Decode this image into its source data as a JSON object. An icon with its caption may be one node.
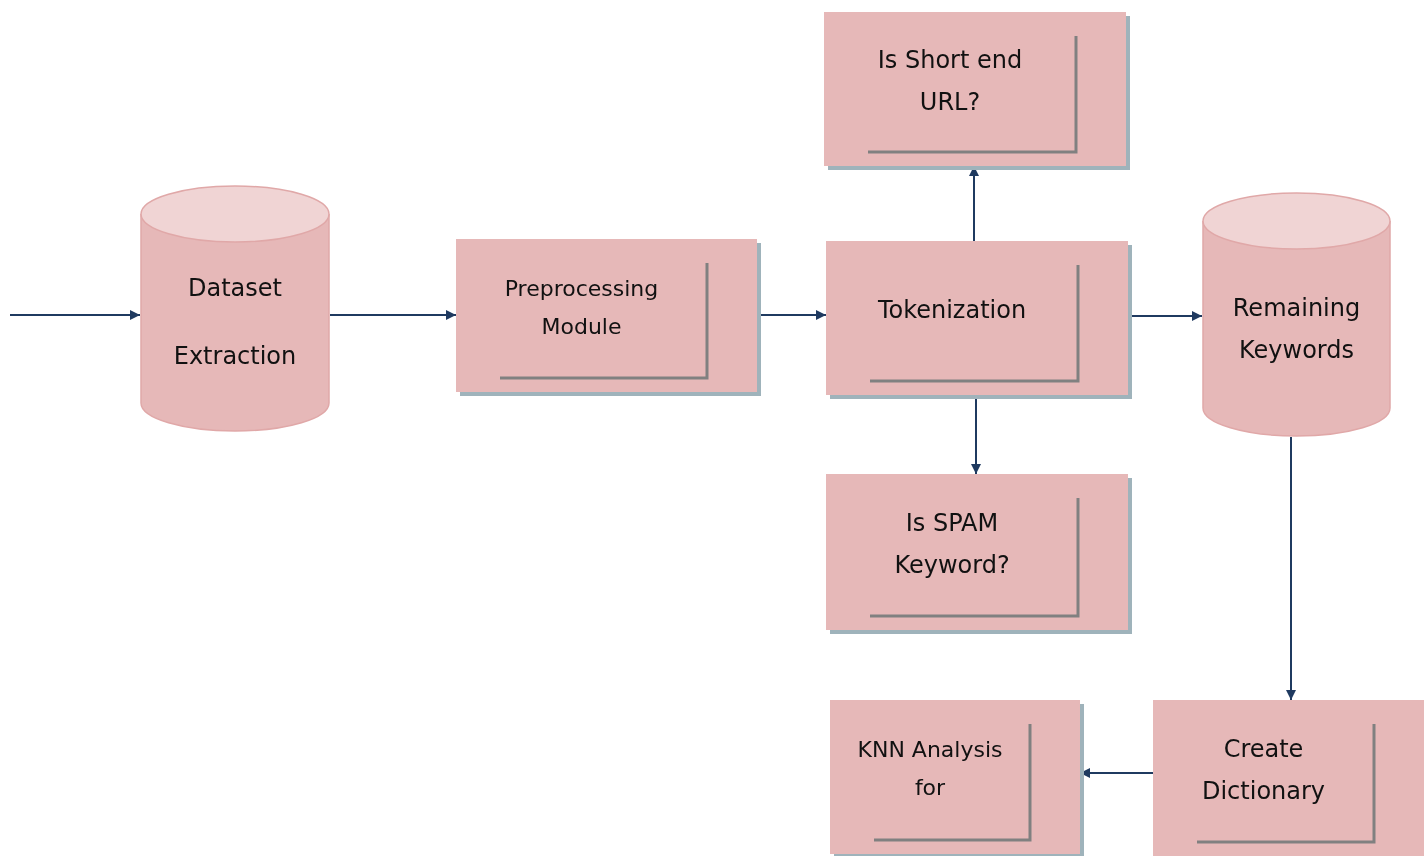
{
  "diagram": {
    "nodes": [
      {
        "text": [
          "Dataset Extraction"
        ]
      },
      {
        "text": [
          "Preprocessing Module"
        ]
      },
      {
        "text": [
          "Tokenization"
        ]
      },
      {
        "text": [
          "Is Short end URL?"
        ]
      },
      {
        "text": [
          "Remaining Keywords"
        ]
      },
      {
        "text": [
          "Is SPAM Keyword?"
        ]
      },
      {
        "text": [
          "Create Dictionary"
        ]
      },
      {
        "text": [
          "KNN Analysis for"
        ]
      }
    ],
    "edges": [
      {
        "from": null,
        "to": 0,
        "arrow": "to"
      },
      {
        "from": 0,
        "to": 1,
        "arrow": "to"
      },
      {
        "from": 1,
        "to": 2,
        "arrow": "to"
      },
      {
        "from": 2,
        "to": 3,
        "arrow": "to"
      },
      {
        "from": 2,
        "to": 4,
        "arrow": "to"
      },
      {
        "from": 2,
        "to": 5,
        "arrow": "to"
      },
      {
        "from": 4,
        "to": 6,
        "arrow": "to"
      },
      {
        "from": 6,
        "to": 7,
        "arrow": "to"
      }
    ]
  }
}
